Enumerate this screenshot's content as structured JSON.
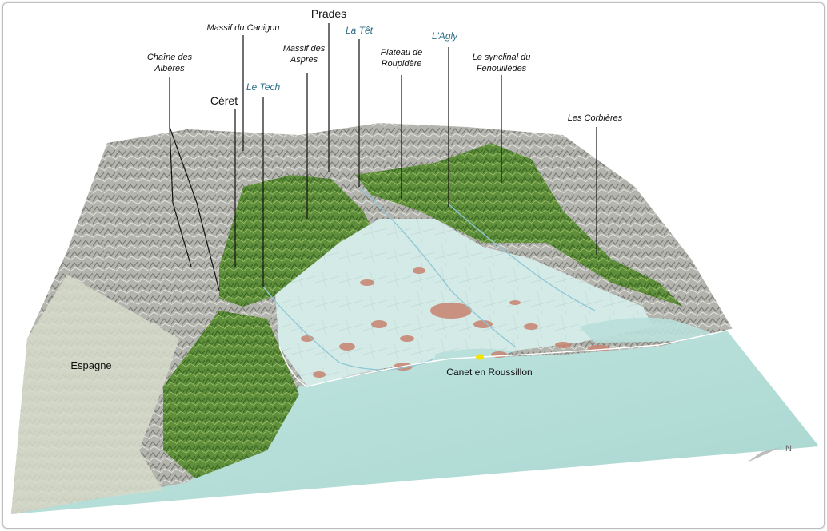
{
  "map": {
    "labels": {
      "chaine_des_alberes": [
        "Chaîne des",
        "Albères"
      ],
      "massif_du_canigou": "Massif du Canigou",
      "ceret": "Céret",
      "le_tech": "Le Tech",
      "prades": "Prades",
      "massif_des_aspres": [
        "Massif des",
        "Aspres"
      ],
      "la_tet": "La Têt",
      "plateau_de_roupidere": [
        "Plateau de",
        "Roupidère"
      ],
      "l_agly": "L'Agly",
      "synclinal_fenouilledes": [
        "Le synclinal du",
        "Fenouillèdes"
      ],
      "les_corbieres": "Les Corbières",
      "espagne": "Espagne",
      "canet": "Canet en Roussillon"
    },
    "north_arrow": "N",
    "colors": {
      "sea": "#b9e0db",
      "plain": "#d5eaea",
      "forest": "#5b8d3a",
      "rock": "#a9a9a4",
      "urban": "#c7826f",
      "river_label": "#2f6f86",
      "marker": "#f5e400"
    }
  }
}
